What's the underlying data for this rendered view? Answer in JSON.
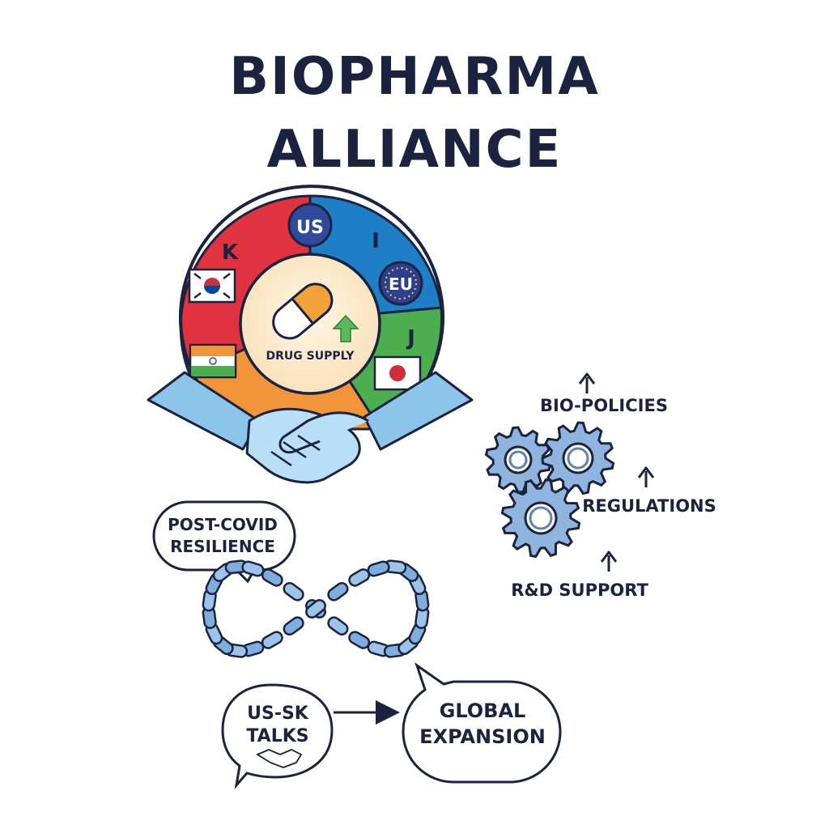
{
  "title": [
    "BIOPHARMA",
    "ALLIANCE"
  ],
  "alliance_circle": {
    "regions": [
      {
        "label": "K",
        "color": "#e0323f"
      },
      {
        "label": "US",
        "color": "#2f4a9c"
      },
      {
        "label": "I",
        "color": "#1f7fc6"
      },
      {
        "label": "EU",
        "color": "#2d3f8f"
      },
      {
        "label": "J",
        "color": "#4cae4f"
      }
    ],
    "india_color": "#f2953a",
    "center_label": "DRUG SUPPLY"
  },
  "policy_stack": {
    "labels": [
      "BIO-POLICIES",
      "REGULATIONS",
      "R&D SUPPORT"
    ],
    "gear_color": "#8fb4dd"
  },
  "resilience": {
    "bubble_lines": [
      "POST-COVID",
      "RESILIENCE"
    ]
  },
  "talks": {
    "bubble_lines": [
      "US-SK",
      "TALKS"
    ],
    "result_lines": [
      "GLOBAL",
      "EXPANSION"
    ]
  }
}
